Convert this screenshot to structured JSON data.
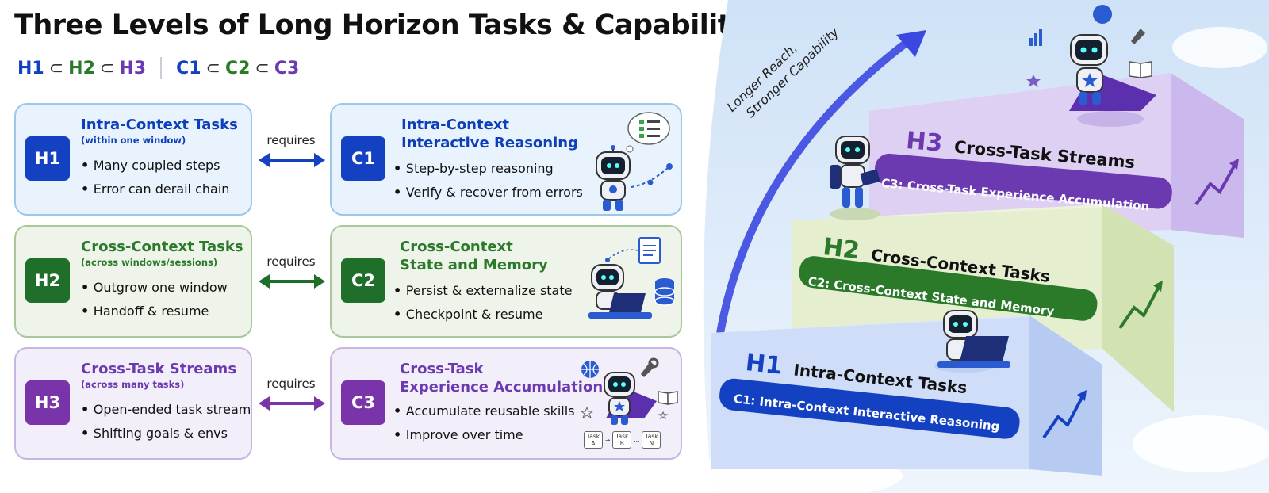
{
  "title": "Three Levels of Long Horizon Tasks & Capabilities",
  "legend": {
    "h": [
      "H1",
      "H2",
      "H3"
    ],
    "c": [
      "C1",
      "C2",
      "C3"
    ],
    "subset_symbol": "⊂"
  },
  "rows": [
    {
      "task": {
        "badge": "H1",
        "title": "Intra-Context Tasks",
        "subtitle": "(within one window)",
        "bullets": [
          "Many coupled steps",
          "Error can derail chain"
        ]
      },
      "relation": "requires",
      "capability": {
        "badge": "C1",
        "title_lines": [
          "Intra-Context",
          "Interactive Reasoning"
        ],
        "bullets": [
          "Step-by-step reasoning",
          "Verify & recover from errors"
        ]
      }
    },
    {
      "task": {
        "badge": "H2",
        "title": "Cross-Context Tasks",
        "subtitle": "(across windows/sessions)",
        "bullets": [
          "Outgrow one window",
          "Handoff & resume"
        ]
      },
      "relation": "requires",
      "capability": {
        "badge": "C2",
        "title_lines": [
          "Cross-Context",
          "State and Memory"
        ],
        "bullets": [
          "Persist & externalize state",
          "Checkpoint & resume"
        ]
      }
    },
    {
      "task": {
        "badge": "H3",
        "title": "Cross-Task Streams",
        "subtitle": "(across many tasks)",
        "bullets": [
          "Open-ended task stream",
          "Shifting goals & envs"
        ]
      },
      "relation": "requires",
      "capability": {
        "badge": "C3",
        "title_lines": [
          "Cross-Task",
          "Experience Accumulation"
        ],
        "bullets": [
          "Accumulate reusable skills",
          "Improve over time"
        ]
      }
    }
  ],
  "task_chips": [
    "Task",
    "A",
    "Task",
    "B",
    "...",
    "Task",
    "N"
  ],
  "stairs": {
    "arrow_label": [
      "Longer Reach,",
      "Stronger Capability"
    ],
    "steps": [
      {
        "level": "H1",
        "name": "Intra-Context Tasks",
        "capability": "C1: Intra-Context Interactive Reasoning"
      },
      {
        "level": "H2",
        "name": "Cross-Context Tasks",
        "capability": "C2: Cross-Context State and Memory"
      },
      {
        "level": "H3",
        "name": "Cross-Task Streams",
        "capability": "C3: Cross-Task Experience Accumulation"
      }
    ]
  },
  "colors": {
    "h1": "#1441c2",
    "h2": "#1f6e2a",
    "h3": "#7a34a9"
  }
}
